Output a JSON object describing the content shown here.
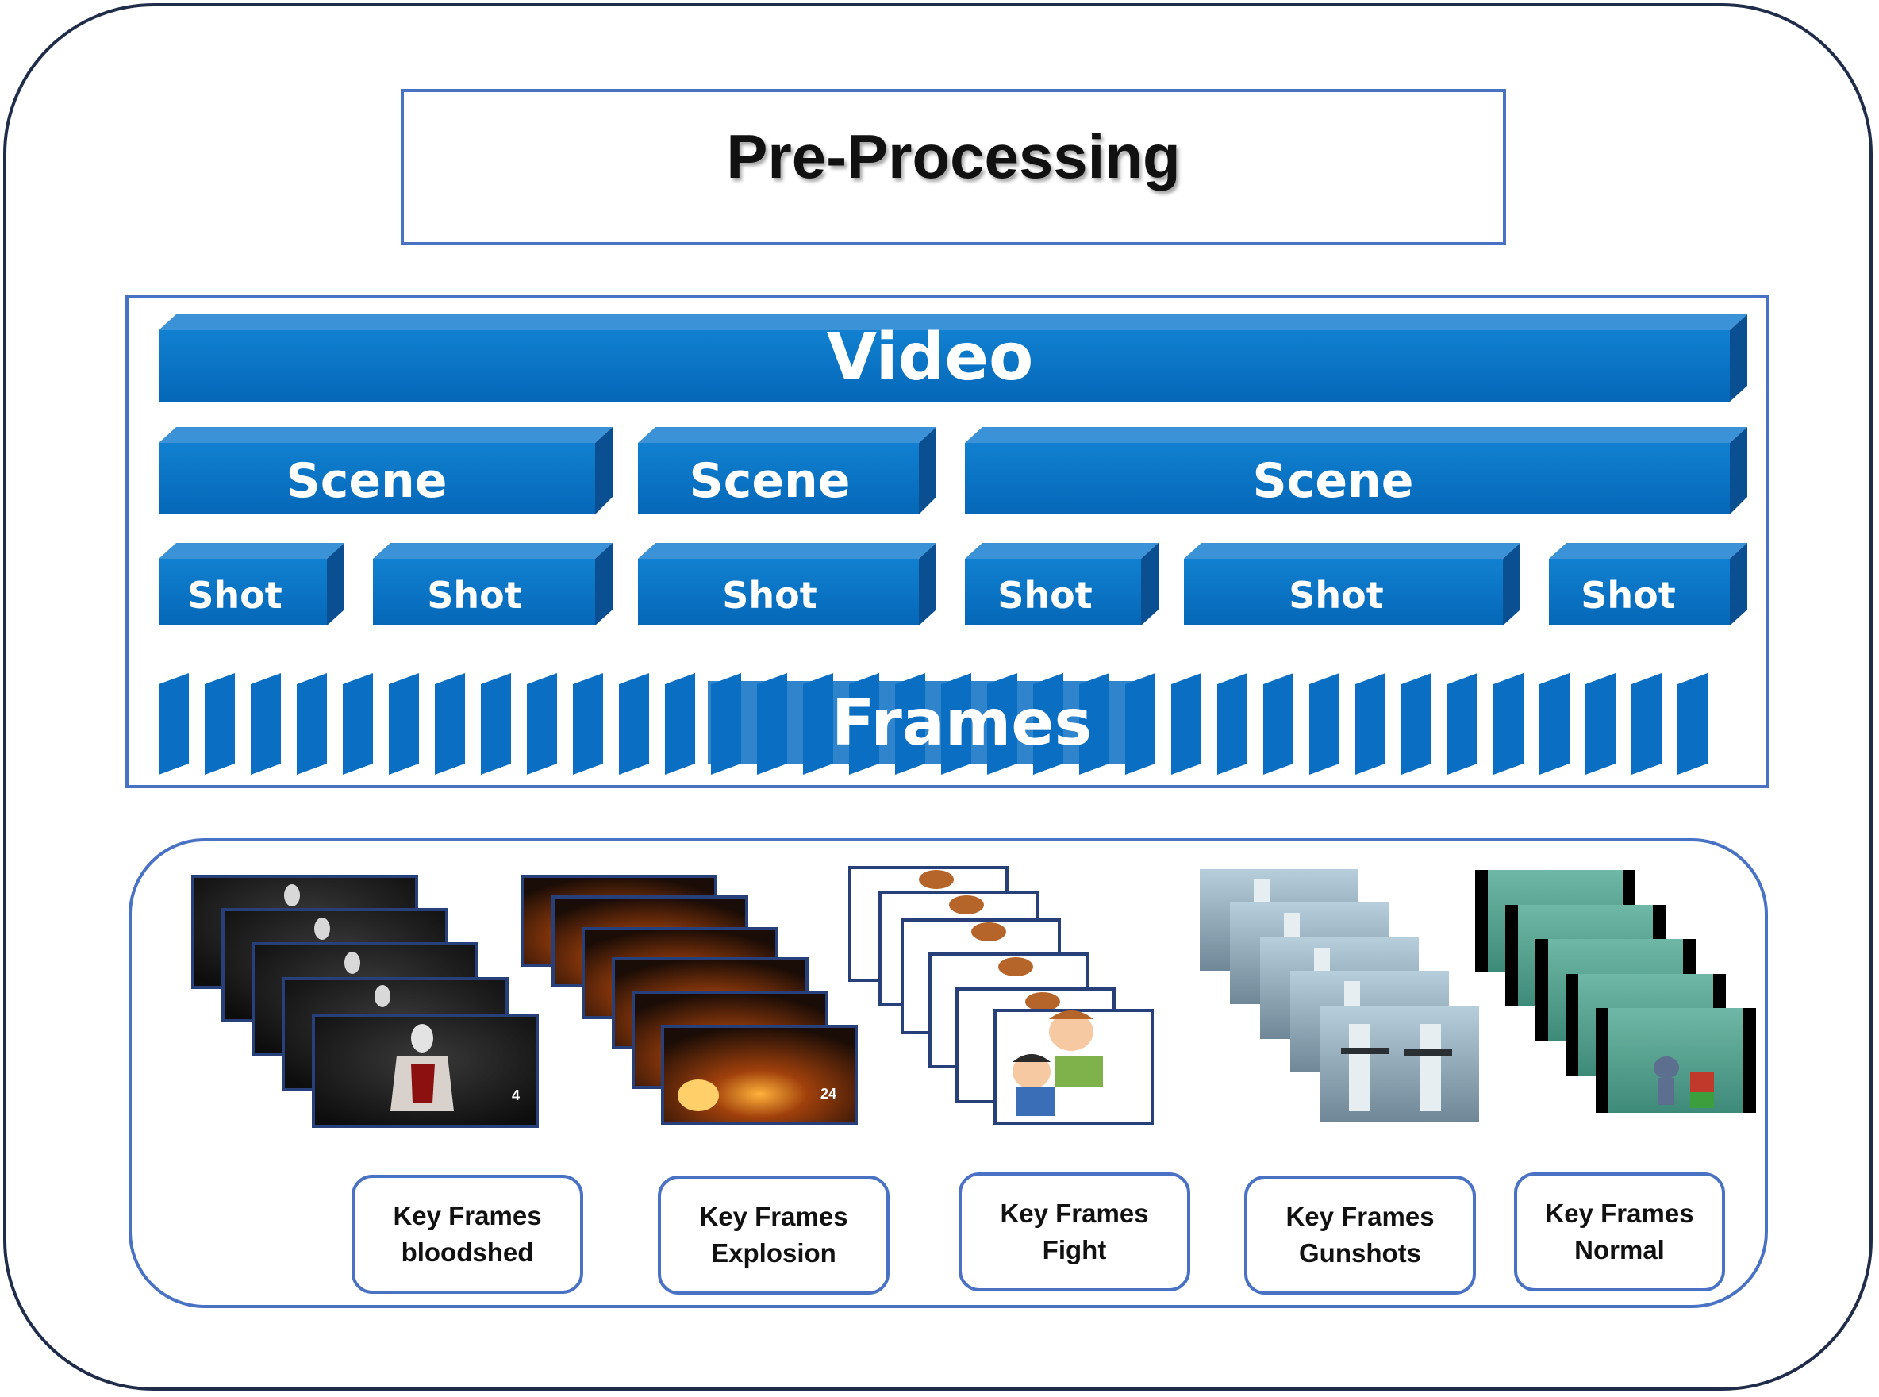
{
  "title": "Pre-Processing",
  "hierarchy": {
    "video": "Video",
    "scene": "Scene",
    "shot": "Shot",
    "frames": "Frames"
  },
  "keyframes": [
    {
      "line1": "Key Frames",
      "line2": "bloodshed",
      "number": "4"
    },
    {
      "line1": "Key Frames",
      "line2": "Explosion",
      "number": "24"
    },
    {
      "line1": "Key Frames",
      "line2": "Fight"
    },
    {
      "line1": "Key Frames",
      "line2": "Gunshots"
    },
    {
      "line1": "Key Frames",
      "line2": "Normal"
    }
  ],
  "colors": {
    "block_front": "#0a6fc2",
    "block_top": "#3b92d6",
    "block_side": "#0a4f92",
    "border_blue": "#4a72c4",
    "outer_border": "#1f2d4a"
  }
}
